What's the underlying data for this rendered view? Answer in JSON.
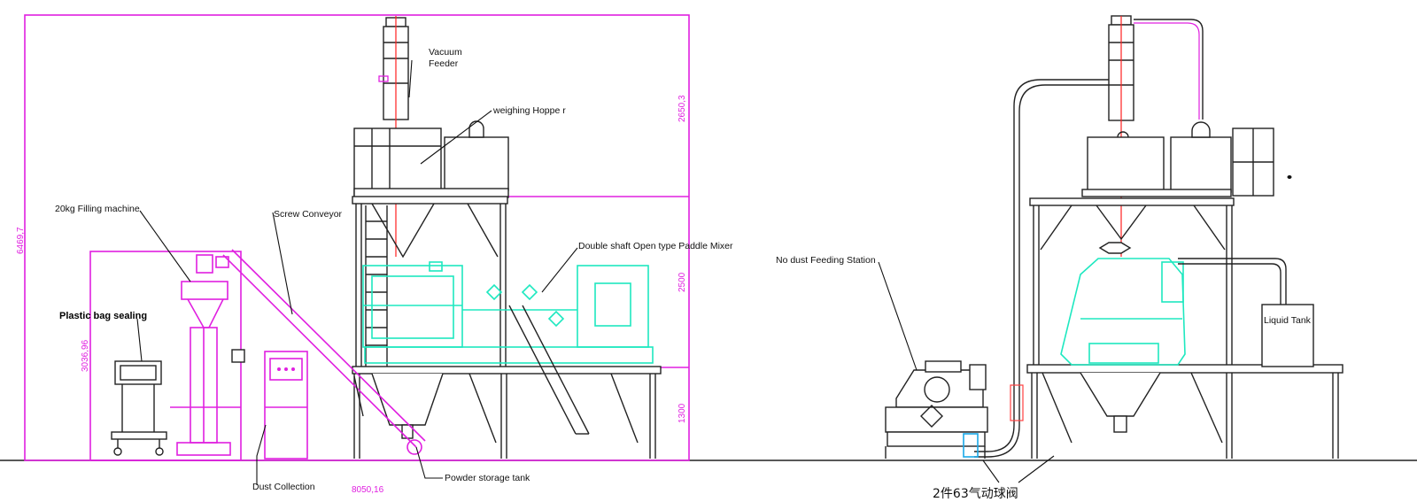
{
  "labels": {
    "vacuum_feeder_1": "Vacuum",
    "vacuum_feeder_2": "Feeder",
    "weighing_hopper": "weighing Hoppe r",
    "filling_machine": "20kg Filling machine",
    "screw_conveyor": "Screw Conveyor",
    "paddle_mixer": "Double shaft Open type Paddle Mixer",
    "plastic_bag_sealing": "Plastic bag sealing",
    "dust_collection": "Dust Collection",
    "powder_storage_tank": "Powder storage tank",
    "no_dust_feeding_station": "No dust Feeding Station",
    "liquid_tank": "Liquid Tank",
    "ball_valve_note": "2件63气动球阀"
  },
  "dimensions": {
    "total_height": "6469,7",
    "top_section": "2650,3",
    "mid_section": "2500",
    "bottom_section": "1300",
    "filler_height": "3036,96",
    "total_length": "8050,16"
  },
  "colors": {
    "structure": "#222222",
    "dimension_lines": "#e020e0",
    "mixer": "#1ee8c0",
    "center_line": "#ff2020"
  }
}
